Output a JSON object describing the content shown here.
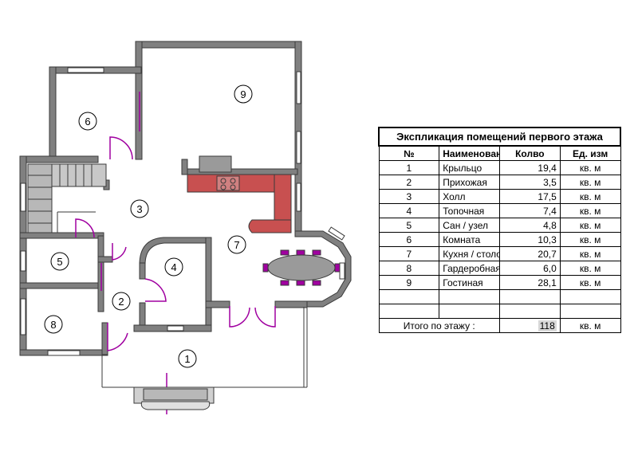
{
  "plan": {
    "rooms": [
      {
        "number": "1"
      },
      {
        "number": "2"
      },
      {
        "number": "3"
      },
      {
        "number": "4"
      },
      {
        "number": "5"
      },
      {
        "number": "6"
      },
      {
        "number": "7"
      },
      {
        "number": "8"
      },
      {
        "number": "9"
      }
    ],
    "colors": {
      "wall": "#808080",
      "wall_edge": "#3a3a3a",
      "door": "#a000a0",
      "kitchen": "#c85050",
      "dining_table": "#9a9a9a",
      "chairs": "#a000a0"
    },
    "icons": [
      "stair-icon",
      "door-swing-icon",
      "window-icon",
      "kitchen-counter-icon",
      "dining-table-icon"
    ]
  },
  "explication": {
    "title": "Экспликация помещений первого этажа",
    "headers": {
      "num": "№",
      "name": "Наименование",
      "qty": "Колво",
      "unit": "Ед. изм"
    },
    "rows": [
      {
        "num": "1",
        "name": "Крыльцо",
        "qty": "19,4",
        "unit": "кв. м"
      },
      {
        "num": "2",
        "name": "Прихожая",
        "qty": "3,5",
        "unit": "кв. м"
      },
      {
        "num": "3",
        "name": "Холл",
        "qty": "17,5",
        "unit": "кв. м"
      },
      {
        "num": "4",
        "name": "Топочная",
        "qty": "7,4",
        "unit": "кв. м"
      },
      {
        "num": "5",
        "name": "Сан / узел",
        "qty": "4,8",
        "unit": "кв. м"
      },
      {
        "num": "6",
        "name": "Комната",
        "qty": "10,3",
        "unit": "кв. м"
      },
      {
        "num": "7",
        "name": "Кухня / столовая",
        "qty": "20,7",
        "unit": "кв. м"
      },
      {
        "num": "8",
        "name": "Гардеробная",
        "qty": "6,0",
        "unit": "кв. м"
      },
      {
        "num": "9",
        "name": "Гостиная",
        "qty": "28,1",
        "unit": "кв. м"
      }
    ],
    "total": {
      "label": "Итого по этажу  :",
      "value": "118",
      "unit": "кв. м"
    }
  }
}
